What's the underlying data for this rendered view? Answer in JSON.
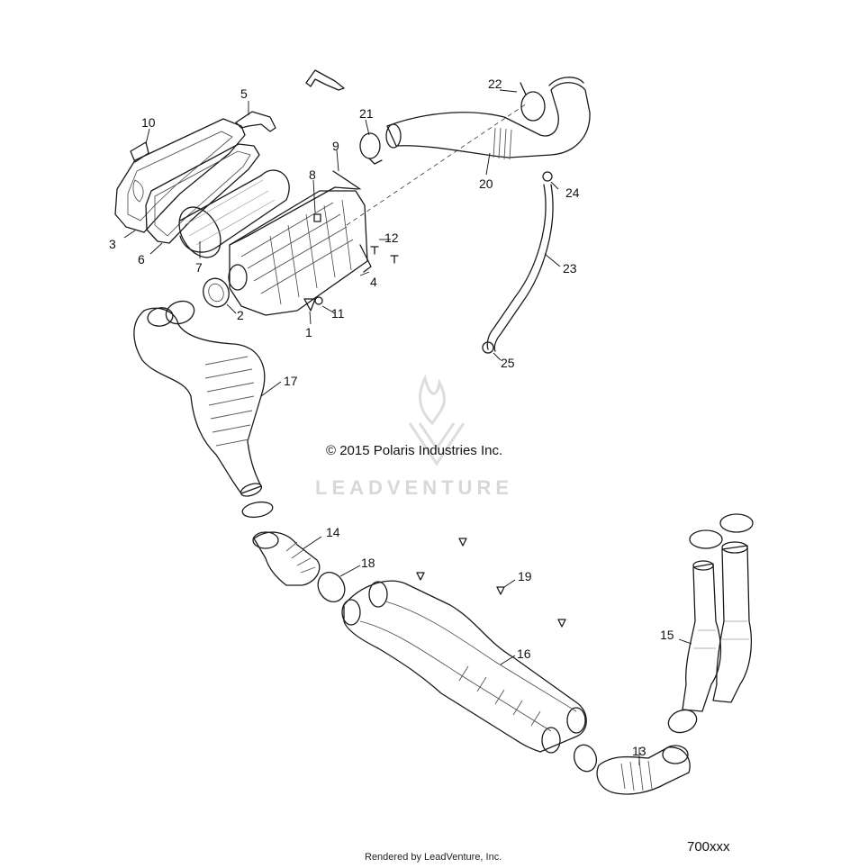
{
  "diagram": {
    "copyright": "© 2015 Polaris Industries Inc.",
    "watermark": "LEADVENTURE",
    "footer": "Rendered by LeadVenture, Inc.",
    "diagram_id": "700xxx"
  },
  "callouts": [
    "1",
    "2",
    "3",
    "4",
    "5",
    "6",
    "7",
    "8",
    "9",
    "10",
    "11",
    "12",
    "13",
    "14",
    "15",
    "16",
    "17",
    "18",
    "19",
    "20",
    "21",
    "22",
    "23",
    "24",
    "25"
  ],
  "colors": {
    "ink": "#1a1a1a",
    "background": "#ffffff",
    "watermark": "#d8d8d8"
  }
}
